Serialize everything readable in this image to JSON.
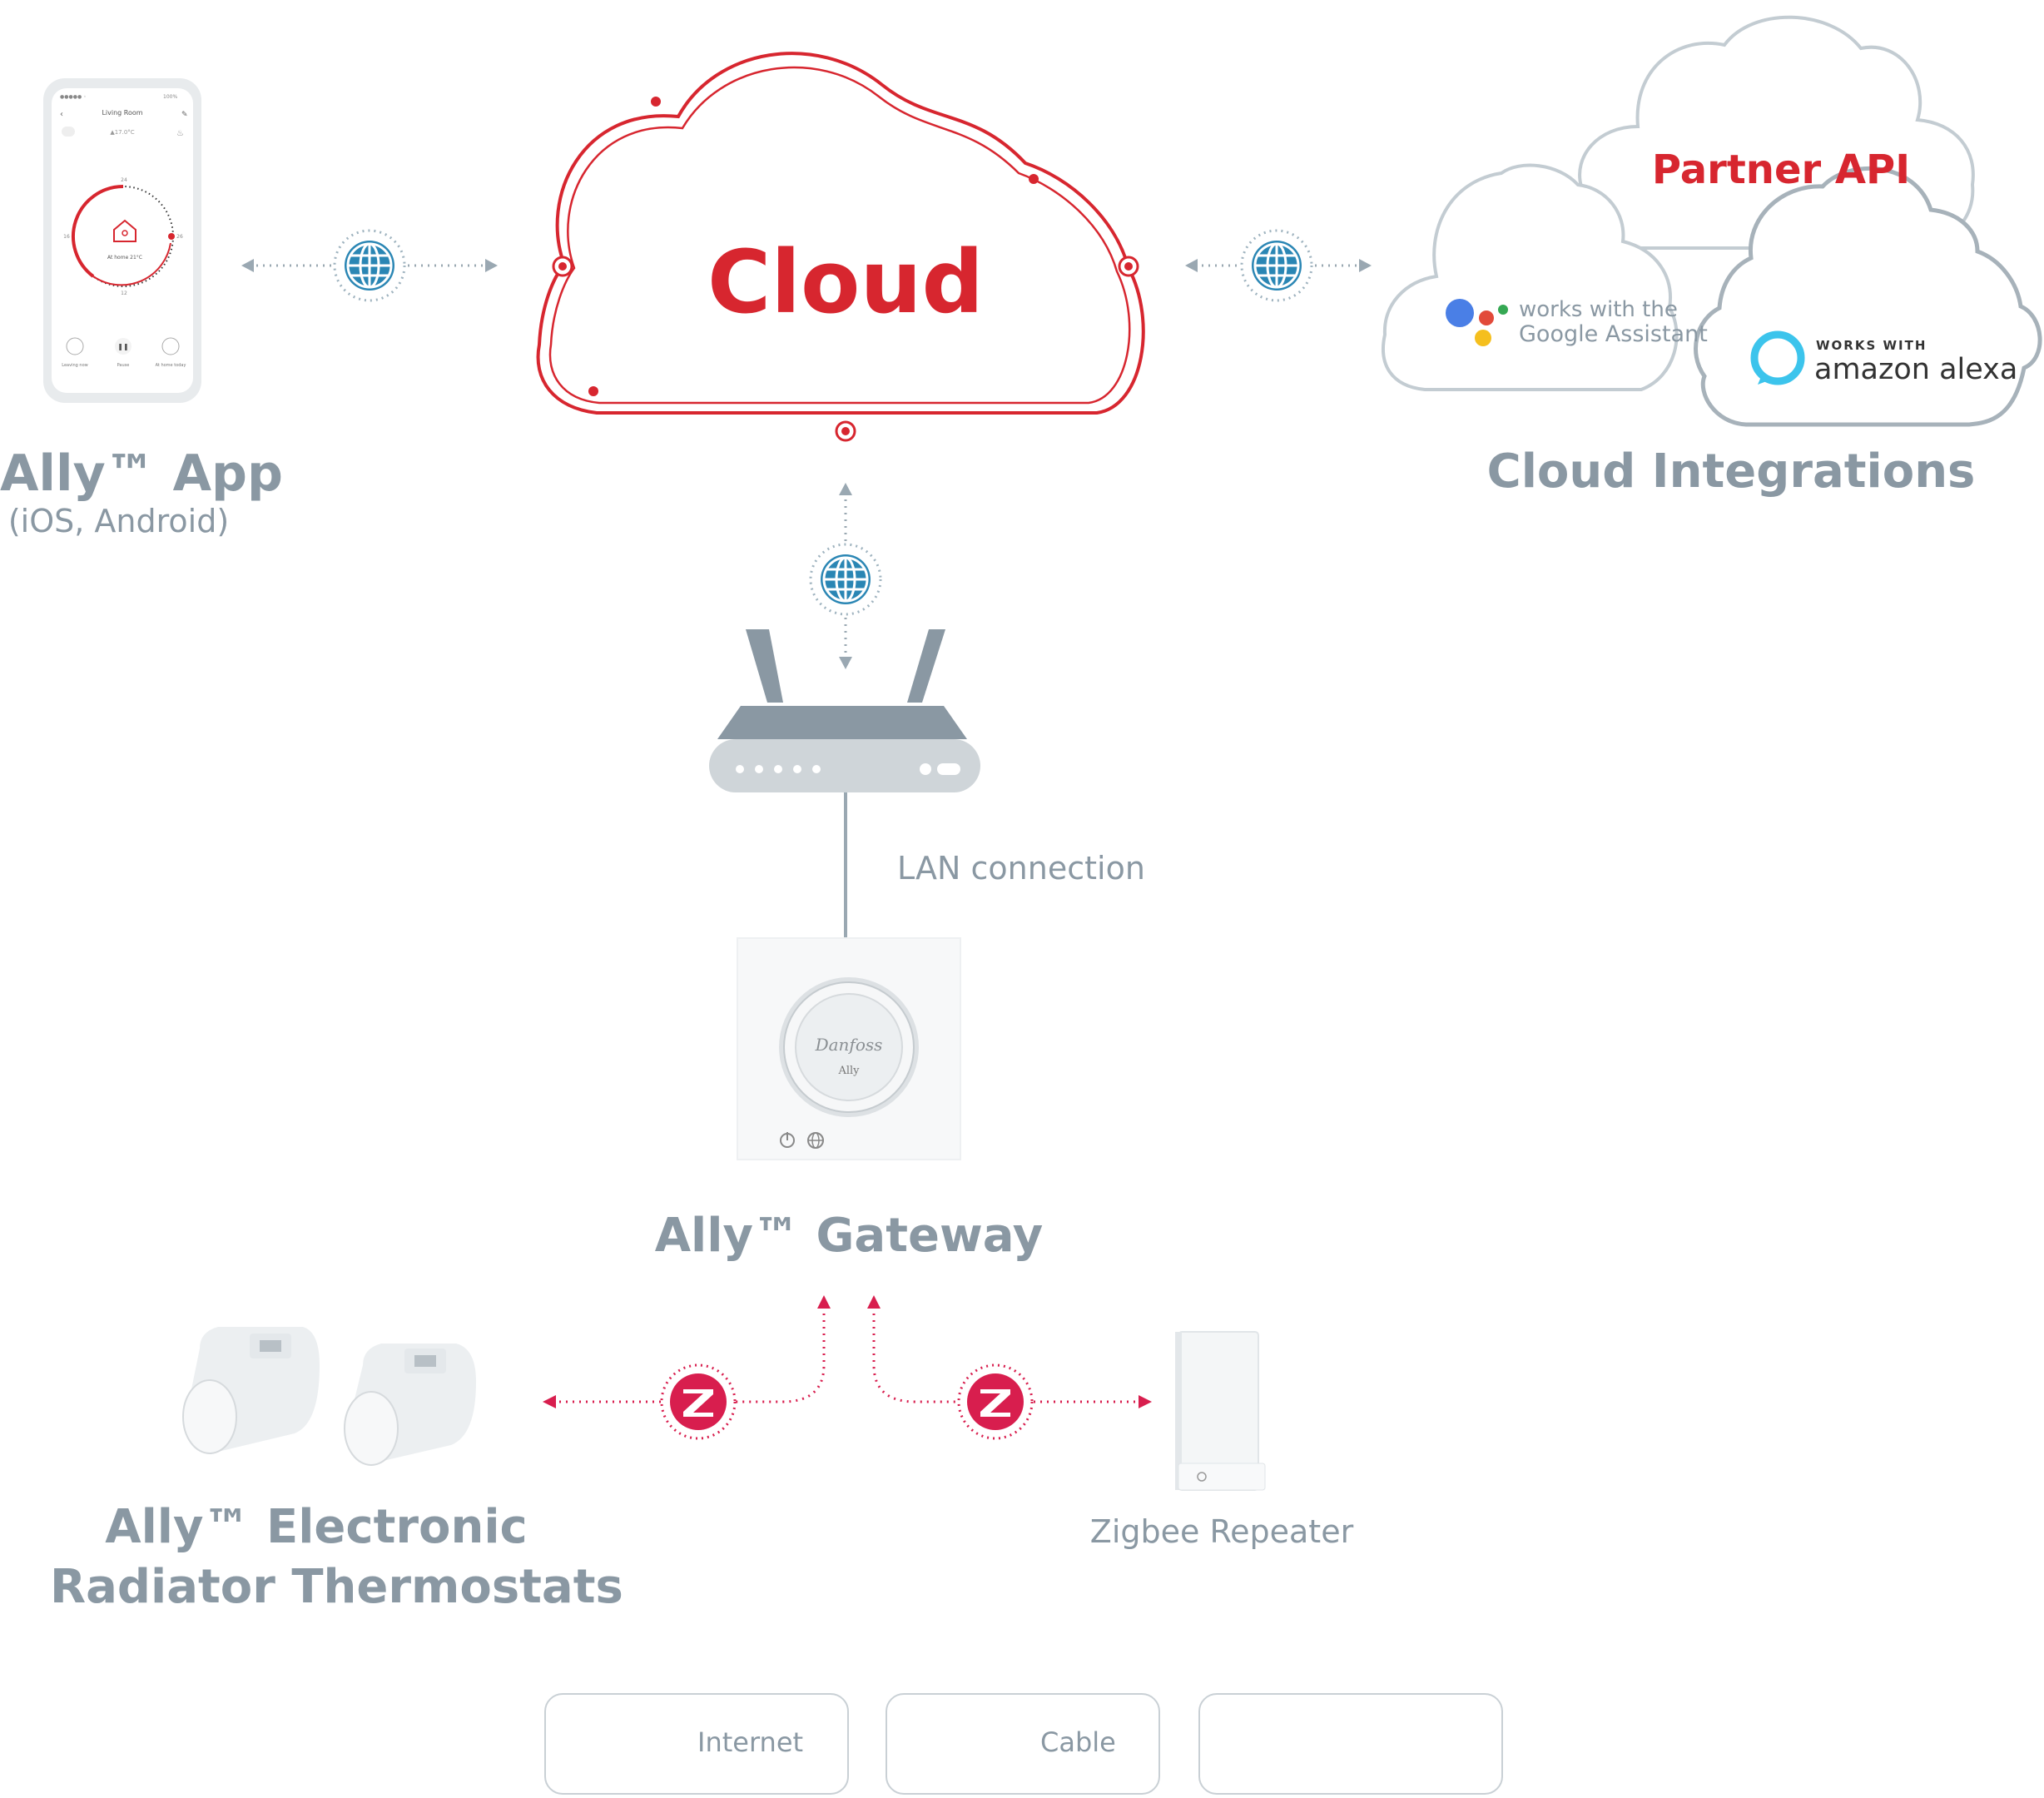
{
  "nodes": {
    "app": {
      "title": "Ally™ App",
      "subtitle": "(iOS, Android)"
    },
    "cloud": {
      "title": "Cloud"
    },
    "integrations": {
      "title": "Cloud Integrations",
      "partner_api": "Partner API",
      "google_line1": "works with the",
      "google_line2": "Google Assistant",
      "alexa_small": "WORKS WITH",
      "alexa_big": "amazon alexa"
    },
    "router_link": {
      "label": "LAN connection"
    },
    "gateway": {
      "title": "Ally™ Gateway",
      "device_text": "Ally"
    },
    "thermostats": {
      "title_line1": "Ally™ Electronic",
      "title_line2": "Radiator Thermostats"
    },
    "repeater": {
      "title": "Zigbee Repeater"
    }
  },
  "phone": {
    "screen_title": "Living Room",
    "temp_reading": "▲17.0°C",
    "status": "At home 21°C",
    "dial_top": "24",
    "dial_left": "16",
    "dial_bottom": "12",
    "dial_right": "26",
    "btn1": "Leaving now",
    "btn2": "Pause",
    "btn3": "At home today"
  },
  "legend": {
    "internet": "Internet",
    "cable": "Cable"
  },
  "colors": {
    "red": "#d7262f",
    "grey": "#8a98a3",
    "blue": "#2a86b4",
    "zigbee": "#d81e4e"
  }
}
